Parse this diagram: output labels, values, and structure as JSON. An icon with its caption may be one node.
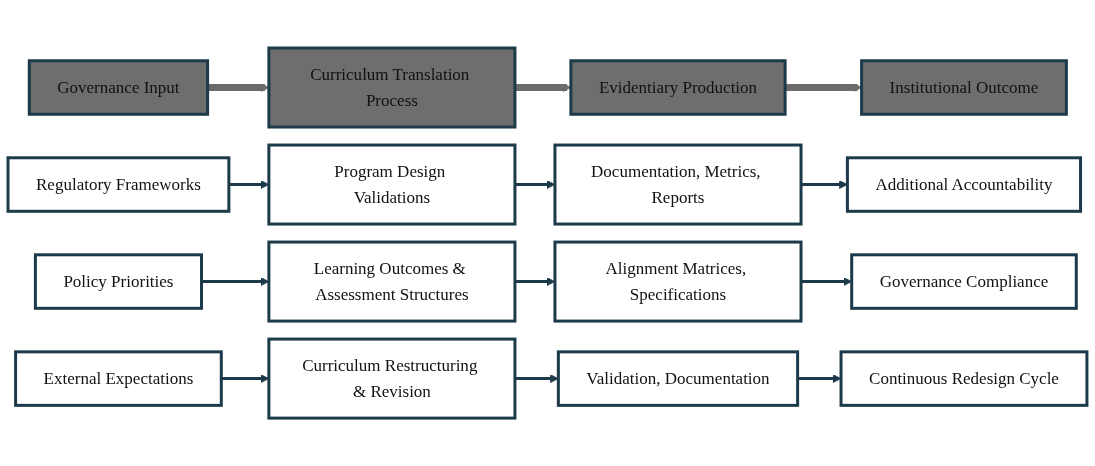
{
  "diagram": {
    "nodes": [
      {
        "text": [
          "Governance Input"
        ]
      },
      {
        "text": [
          "Curriculum Translation Process"
        ]
      },
      {
        "text": [
          "Evidentiary Production"
        ]
      },
      {
        "text": [
          "Institutional Outcome"
        ]
      },
      {
        "text": [
          "Regulatory Frameworks"
        ]
      },
      {
        "text": [
          "Program Design Validations"
        ]
      },
      {
        "text": [
          "Documentation, Metrics, Reports"
        ]
      },
      {
        "text": [
          "Additional Accountability"
        ]
      },
      {
        "text": [
          "Policy Priorities"
        ]
      },
      {
        "text": [
          "Learning Outcomes & Assessment Structures"
        ]
      },
      {
        "text": [
          "Alignment Matrices, Specifications"
        ]
      },
      {
        "text": [
          "Governance Compliance"
        ]
      },
      {
        "text": [
          "External Expectations"
        ]
      },
      {
        "text": [
          "Curriculum Restructuring & Revision"
        ]
      },
      {
        "text": [
          "Validation, Documentation"
        ]
      },
      {
        "text": [
          "Continuous Redesign Cycle"
        ]
      }
    ],
    "edges": [
      {
        "from": 0,
        "to": 1,
        "arrow": "to",
        "style": "thick",
        "color": "#6b6b6b"
      },
      {
        "from": 1,
        "to": 2,
        "arrow": "to",
        "style": "thick",
        "color": "#6b6b6b"
      },
      {
        "from": 2,
        "to": 3,
        "arrow": "to",
        "style": "thick",
        "color": "#6b6b6b"
      },
      {
        "from": 4,
        "to": 5,
        "arrow": "to"
      },
      {
        "from": 5,
        "to": 6,
        "arrow": "to"
      },
      {
        "from": 6,
        "to": 7,
        "arrow": "to"
      },
      {
        "from": 8,
        "to": 9,
        "arrow": "to"
      },
      {
        "from": 9,
        "to": 10,
        "arrow": "to"
      },
      {
        "from": 10,
        "to": 11,
        "arrow": "to"
      },
      {
        "from": 12,
        "to": 13,
        "arrow": "to"
      },
      {
        "from": 13,
        "to": 14,
        "arrow": "to"
      },
      {
        "from": 14,
        "to": 15,
        "arrow": "to"
      }
    ]
  }
}
